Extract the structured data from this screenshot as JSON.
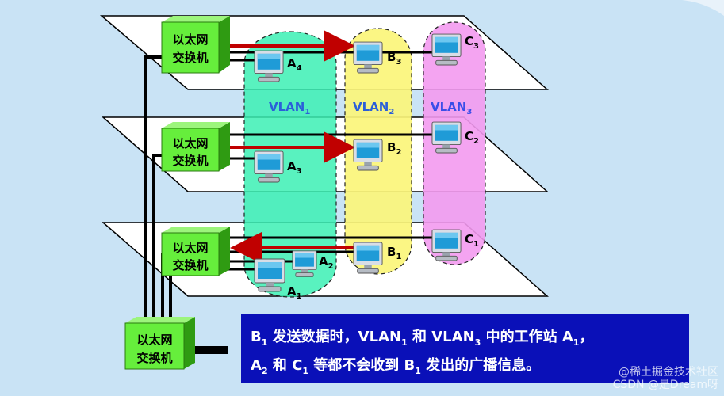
{
  "switch_label_line1": "以太网",
  "switch_label_line2": "交换机",
  "vlans": [
    {
      "name": "VLAN",
      "sub": "1",
      "color": "#3cf0b4",
      "text_color": "#2b5fd9"
    },
    {
      "name": "VLAN",
      "sub": "2",
      "color": "#fbf57a",
      "text_color": "#2b5fd9"
    },
    {
      "name": "VLAN",
      "sub": "3",
      "color": "#f39af0",
      "text_color": "#3a4ee8"
    }
  ],
  "stations": {
    "A4": {
      "letter": "A",
      "sub": "4"
    },
    "A3": {
      "letter": "A",
      "sub": "3"
    },
    "A2": {
      "letter": "A",
      "sub": "2"
    },
    "A1": {
      "letter": "A",
      "sub": "1"
    },
    "B3": {
      "letter": "B",
      "sub": "3"
    },
    "B2": {
      "letter": "B",
      "sub": "2"
    },
    "B1": {
      "letter": "B",
      "sub": "1"
    },
    "C3": {
      "letter": "C",
      "sub": "3"
    },
    "C2": {
      "letter": "C",
      "sub": "2"
    },
    "C1": {
      "letter": "C",
      "sub": "1"
    }
  },
  "caption": {
    "line1": [
      {
        "t": "B"
      },
      {
        "t": "1",
        "sub": true
      },
      {
        "t": " 发送数据时，VLAN"
      },
      {
        "t": "1",
        "sub": true
      },
      {
        "t": " 和 VLAN"
      },
      {
        "t": "3",
        "sub": true
      },
      {
        "t": " 中的工作站 A"
      },
      {
        "t": "1",
        "sub": true
      },
      {
        "t": "，"
      }
    ],
    "line2": [
      {
        "t": "A"
      },
      {
        "t": "2",
        "sub": true
      },
      {
        "t": " 和 C"
      },
      {
        "t": "1",
        "sub": true
      },
      {
        "t": " 等都不会收到 B"
      },
      {
        "t": "1",
        "sub": true
      },
      {
        "t": " 发出的广播信息。"
      }
    ]
  },
  "watermark_line1": "@稀土掘金技术社区",
  "watermark_line2": "CSDN @是Dream呀",
  "colors": {
    "background": "#c9e3f5",
    "switch_green": "#66ee3c",
    "caption_bg": "#0a10b8",
    "arrow_red": "#c00000"
  }
}
